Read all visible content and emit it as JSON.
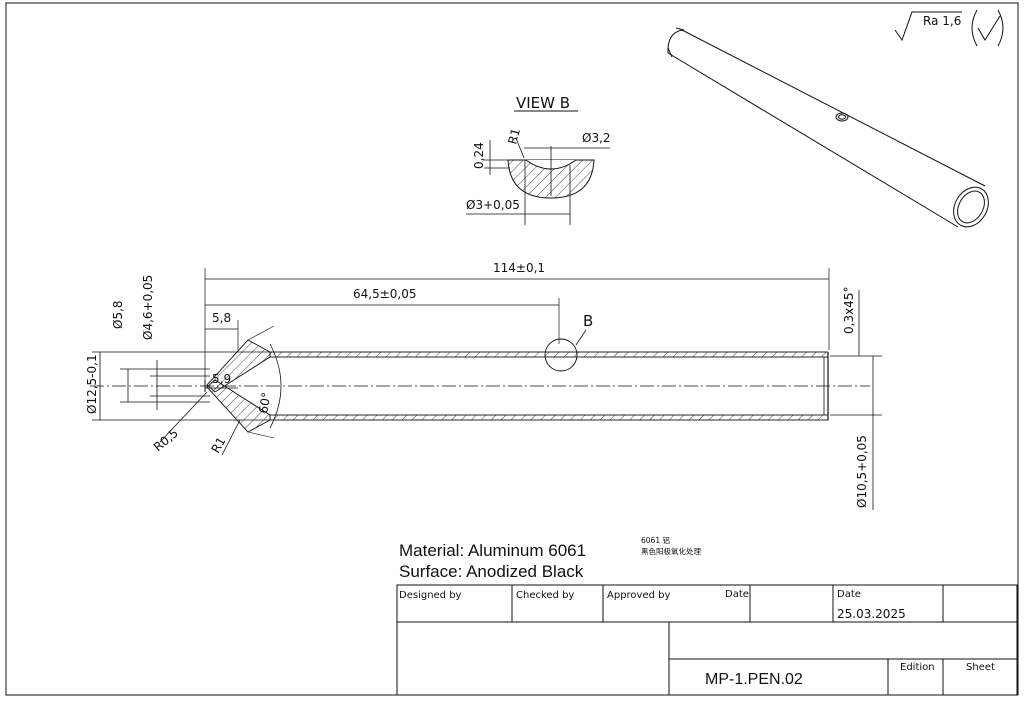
{
  "surface_finish": {
    "roughness": "Ra 1,6"
  },
  "view_b": {
    "title": "VIEW B",
    "dim_r1": "R1",
    "dim_d32": "Ø3,2",
    "dim_024": "0,24",
    "dim_d3": "Ø3+0,05"
  },
  "main_view": {
    "dim_length": "114±0,1",
    "dim_hole_pos": "64,5±0,05",
    "dim_58_h": "5,8",
    "dim_59_h": "5,9",
    "dim_d58": "Ø5,8",
    "dim_d46": "Ø4,6+0,05",
    "dim_d125": "Ø12,5-0,1",
    "dim_r05": "R0,5",
    "dim_r1": "R1",
    "dim_angle": "60°",
    "dim_chamfer": "0,3x45°",
    "dim_d105": "Ø10,5+0,05",
    "detail_label": "B"
  },
  "notes": {
    "material": "Material: Aluminum 6061",
    "surface": "Surface: Anodized Black",
    "cn_line1": "6061 铝",
    "cn_line2": "黑色阳极氧化处理"
  },
  "title_block": {
    "designed_by": "Designed by",
    "checked_by": "Checked by",
    "approved_by": "Approved by",
    "date_label_1": "Date",
    "date_label_2": "Date",
    "date_value": "25.03.2025",
    "drawing_number": "MP-1.PEN.02",
    "edition": "Edition",
    "sheet": "Sheet"
  }
}
